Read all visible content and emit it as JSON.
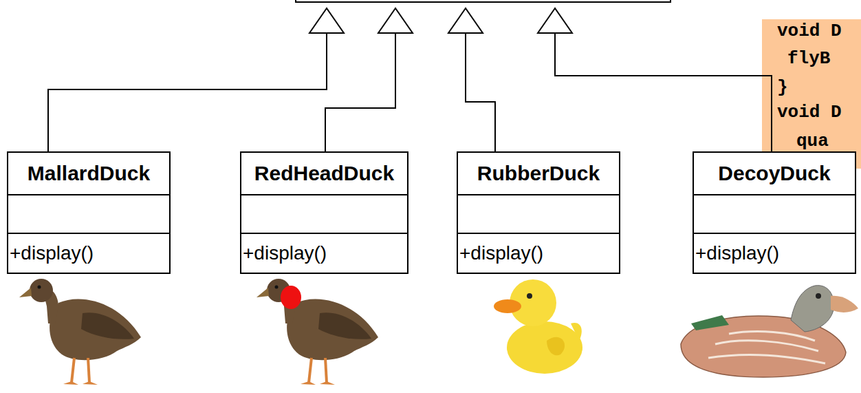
{
  "diagram": {
    "nodes": [
      {
        "text": [
          "void D",
          "flyB",
          "}",
          "void D",
          "qua"
        ]
      },
      {
        "text": [
          "MallardDuck",
          "+display()"
        ]
      },
      {
        "text": [
          "RedHeadDuck",
          "+display()"
        ]
      },
      {
        "text": [
          "RubberDuck",
          "+display()"
        ]
      },
      {
        "text": [
          "DecoyDuck",
          "+display()"
        ]
      }
    ]
  }
}
